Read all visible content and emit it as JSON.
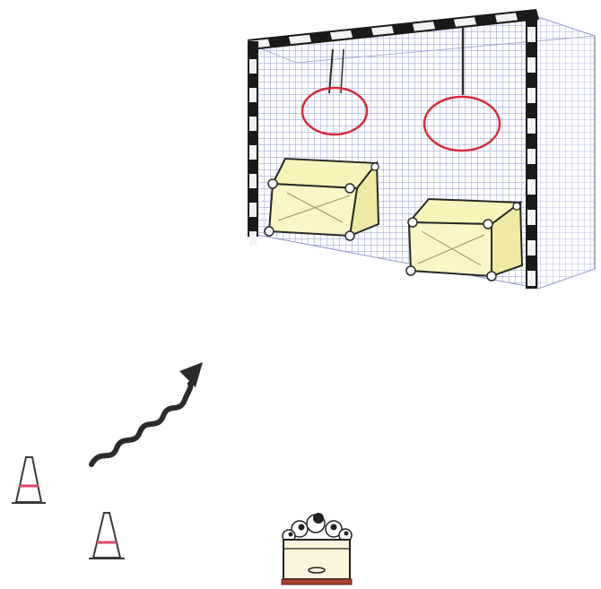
{
  "scene": {
    "background_color": "#ffffff",
    "items": [
      {
        "name": "handball-goal",
        "icon": "goal-net-icon"
      },
      {
        "name": "target-ring-left",
        "icon": "hanging-ring-icon"
      },
      {
        "name": "target-ring-right",
        "icon": "hanging-ring-icon"
      },
      {
        "name": "vaulting-box-left",
        "icon": "gym-box-icon"
      },
      {
        "name": "vaulting-box-right",
        "icon": "gym-box-icon"
      },
      {
        "name": "dribble-path-arrow",
        "icon": "wavy-arrow-icon"
      },
      {
        "name": "marker-cone-upper",
        "icon": "cone-icon"
      },
      {
        "name": "marker-cone-lower",
        "icon": "cone-icon"
      },
      {
        "name": "ball-crate",
        "icon": "ball-box-icon"
      }
    ]
  },
  "colors": {
    "net": "#8f96c8",
    "post_dark": "#1a1a1a",
    "post_light": "#f2f2f2",
    "ring": "#d62a3a",
    "box_fill": "#f7f3b9",
    "box_edge": "#2a2a2a",
    "arrow": "#2b2b2b",
    "cone_stripe": "#e0456a",
    "crate_base": "#a4422c",
    "crate_fill": "#fbf4dc"
  }
}
